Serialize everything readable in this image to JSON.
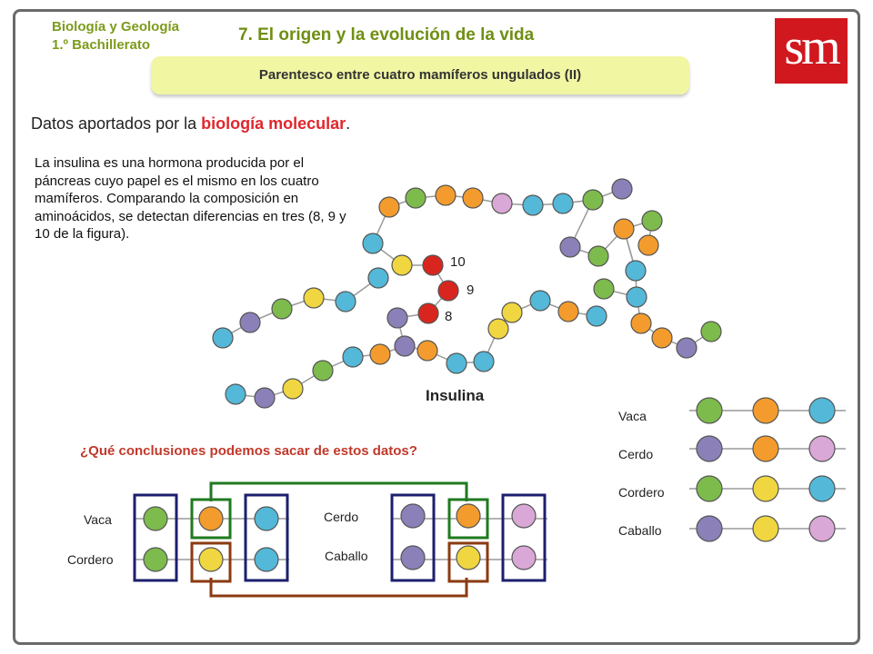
{
  "header": {
    "subject_line1": "Biología y Geología",
    "subject_line2": "1.º Bachillerato",
    "unit_title": "7. El origen y la evolución de la vida",
    "logo_text": "sm",
    "banner_title": "Parentesco entre cuatro mamíferos ungulados (II)"
  },
  "intro": {
    "prefix": "Datos aportados por la ",
    "highlight": "biología molecular",
    "suffix": "."
  },
  "paragraph": "La insulina es una hormona producida por el páncreas cuyo papel es el mismo en los cuatro mamíferos. Comparando la composición en aminoácidos, se detectan diferencias en tres (8, 9 y 10 de la figura).",
  "insulin_figure": {
    "caption": "Insulina",
    "marker_10": "10",
    "marker_9": "9",
    "marker_8": "8"
  },
  "legend_right": {
    "rows": [
      {
        "name": "Vaca",
        "colors": [
          "green",
          "orange",
          "blue"
        ]
      },
      {
        "name": "Cerdo",
        "colors": [
          "purple",
          "orange",
          "pink"
        ]
      },
      {
        "name": "Cordero",
        "colors": [
          "green",
          "yellow",
          "blue"
        ]
      },
      {
        "name": "Caballo",
        "colors": [
          "purple",
          "yellow",
          "pink"
        ]
      }
    ]
  },
  "question": "¿Qué conclusiones podemos sacar de estos datos?",
  "comparison": {
    "left_top": "Vaca",
    "left_bottom": "Cordero",
    "right_top": "Cerdo",
    "right_bottom": "Caballo"
  },
  "colors": {
    "green": "#7dbb4c",
    "orange": "#f39c2d",
    "blue": "#54b8d8",
    "purple": "#8b80b8",
    "yellow": "#f0d640",
    "pink": "#d9a8d6",
    "red": "#d8261e",
    "navy_box": "#1c1f6e",
    "green_box": "#1f7a1f",
    "brown_box": "#8b3a12",
    "accent": "#e1262d"
  }
}
